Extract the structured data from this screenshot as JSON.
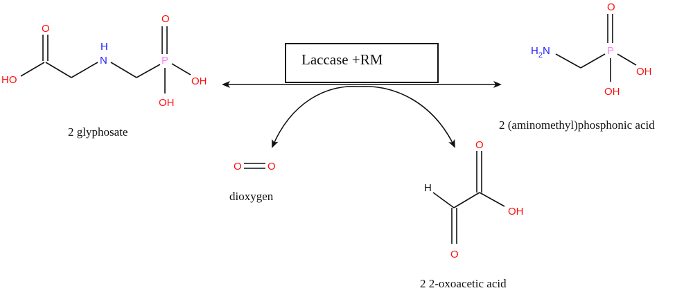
{
  "enzyme": {
    "label": "Laccase +RM"
  },
  "compounds": {
    "glyphosate": {
      "caption": "2 glyphosate",
      "atoms": {
        "o_top": "O",
        "ho_left": "HO",
        "n_h": "H",
        "n": "N",
        "p": "P",
        "o_p_top": "O",
        "oh_right": "OH",
        "oh_bottom": "OH"
      }
    },
    "ampa": {
      "caption": "2 (aminomethyl)phosphonic acid",
      "atoms": {
        "h2n": "H",
        "h2n_sub": "2",
        "h2n_n": "N",
        "p": "P",
        "o_top": "O",
        "oh_right": "OH",
        "oh_bottom": "OH"
      }
    },
    "dioxygen": {
      "caption": "dioxygen",
      "atoms": {
        "o_left": "O",
        "o_right": "O"
      }
    },
    "oxoacetic": {
      "caption": "2 2-oxoacetic acid",
      "atoms": {
        "h": "H",
        "o_top": "O",
        "oh": "OH",
        "o_bottom": "O"
      }
    }
  },
  "colors": {
    "oxygen": "#ff0d0d",
    "nitrogen": "#1f1fff",
    "phosphorus": "#ff80ff",
    "carbon_bond": "#111111"
  }
}
